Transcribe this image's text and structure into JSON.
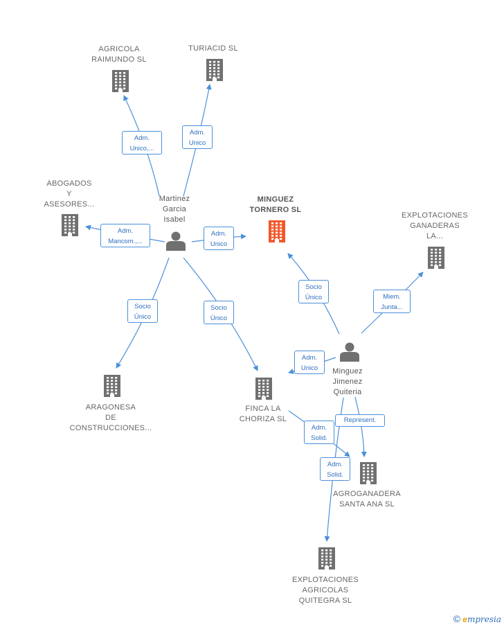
{
  "colors": {
    "edge": "#4a90d9",
    "building": "#707070",
    "building_highlight": "#f0592b",
    "person": "#707070"
  },
  "nodes": {
    "agricola": {
      "label": "AGRICOLA\nRAIMUNDO  SL",
      "type": "company",
      "icon": "building-icon"
    },
    "turiacid": {
      "label": "TURIACID  SL",
      "type": "company",
      "icon": "building-icon"
    },
    "abogados": {
      "label": "ABOGADOS\nY\nASESORES...",
      "type": "company",
      "icon": "building-icon"
    },
    "martinez": {
      "label": "Martinez\nGarcia\nIsabel",
      "type": "person",
      "icon": "person-icon"
    },
    "minguez_tornero": {
      "label": "MINGUEZ\nTORNERO  SL",
      "type": "company-main",
      "icon": "building-icon"
    },
    "explotaciones_ganaderas": {
      "label": "EXPLOTACIONES\nGANADERAS\nLA...",
      "type": "company",
      "icon": "building-icon"
    },
    "aragonesa": {
      "label": "ARAGONESA\nDE\nCONSTRUCCIONES...",
      "type": "company",
      "icon": "building-icon"
    },
    "finca": {
      "label": "FINCA LA\nCHORIZA  SL",
      "type": "company",
      "icon": "building-icon"
    },
    "minguez_jimenez": {
      "label": "Minguez\nJimenez\nQuiteria",
      "type": "person",
      "icon": "person-icon"
    },
    "agroganadera": {
      "label": "AGROGANADERA\nSANTA ANA  SL",
      "type": "company",
      "icon": "building-icon"
    },
    "explotaciones_agricolas": {
      "label": "EXPLOTACIONES\nAGRICOLAS\nQUITEGRA  SL",
      "type": "company",
      "icon": "building-icon"
    }
  },
  "edges": [
    {
      "from": "martinez",
      "to": "agricola",
      "label": "Adm.\nUnico,..."
    },
    {
      "from": "martinez",
      "to": "turiacid",
      "label": "Adm.\nUnico"
    },
    {
      "from": "martinez",
      "to": "abogados",
      "label": "Adm.\nMancom.,..."
    },
    {
      "from": "martinez",
      "to": "minguez_tornero",
      "label": "Adm.\nUnico"
    },
    {
      "from": "martinez",
      "to": "aragonesa",
      "label": "Socio\nÚnico"
    },
    {
      "from": "martinez",
      "to": "finca",
      "label": "Socio\nÚnico"
    },
    {
      "from": "minguez_jimenez",
      "to": "minguez_tornero",
      "label": "Socio\nÚnico"
    },
    {
      "from": "minguez_jimenez",
      "to": "explotaciones_ganaderas",
      "label": "Miem.\nJunta..."
    },
    {
      "from": "minguez_jimenez",
      "to": "finca",
      "label": "Adm.\nUnico"
    },
    {
      "from": "minguez_jimenez",
      "to": "agroganadera",
      "label": "Represent."
    },
    {
      "from": "finca",
      "to": "agroganadera",
      "label": "Adm.\nSolid."
    },
    {
      "from": "minguez_jimenez",
      "to": "explotaciones_agricolas",
      "label": "Adm.\nSolid."
    }
  ],
  "watermark": {
    "symbol": "©",
    "brand_initial": "e",
    "brand_rest": "mpresia"
  }
}
